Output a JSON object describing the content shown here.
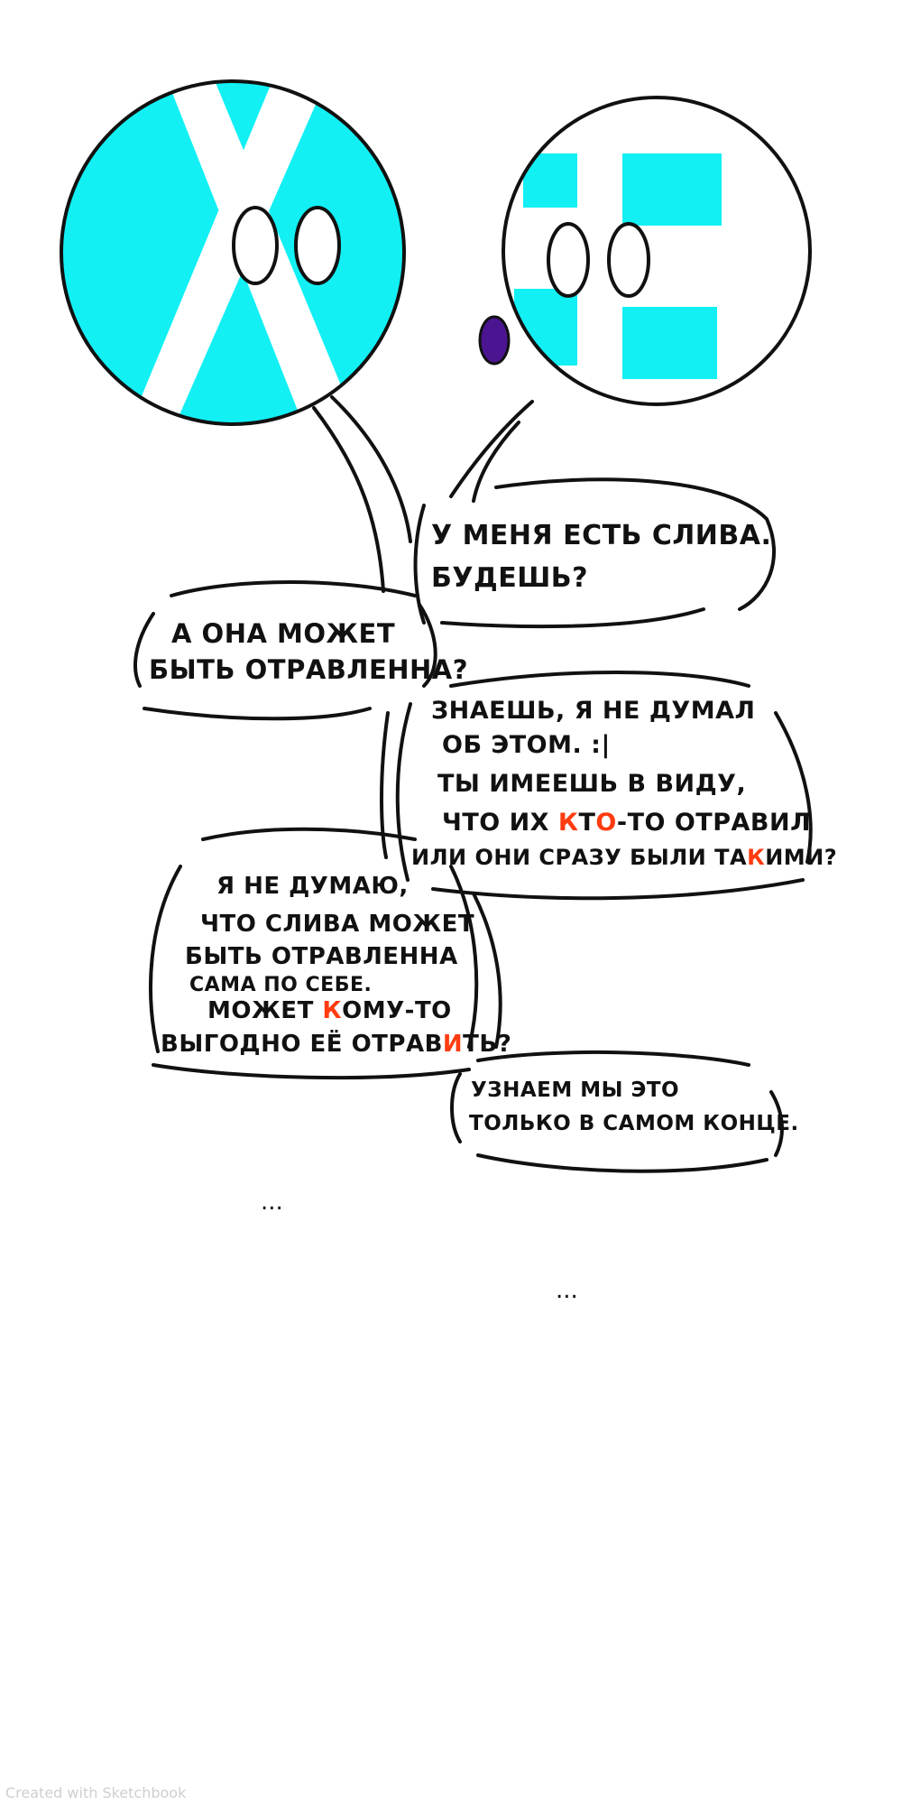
{
  "characters": {
    "left_ball": {
      "color": "#12f0f4",
      "stripe": "#ffffff",
      "outline": "#111111"
    },
    "right_ball": {
      "color": "#12f0f4",
      "stripe": "#ffffff",
      "outline": "#111111"
    },
    "drop_color": "#4b1591"
  },
  "highlight_color": "#ff3b10",
  "bubbles": [
    {
      "id": "b1",
      "lines": [
        [
          {
            "t": "У МЕНЯ ЕСТЬ СЛИВА."
          }
        ],
        [
          {
            "t": "БУДЕШЬ?"
          }
        ]
      ]
    },
    {
      "id": "b2",
      "lines": [
        [
          {
            "t": "А ОНА МОЖЕТ"
          }
        ],
        [
          {
            "t": "БЫТЬ ОТРАВЛЕННА?"
          }
        ]
      ]
    },
    {
      "id": "b3",
      "lines": [
        [
          {
            "t": "ЗНАЕШЬ, Я НЕ ДУМАЛ"
          }
        ],
        [
          {
            "t": "ОБ ЭТОМ. :|"
          }
        ],
        [
          {
            "t": "ТЫ ИМЕЕШЬ В ВИДУ,"
          }
        ],
        [
          {
            "t": "ЧТО ИХ "
          },
          {
            "t": "К",
            "h": true
          },
          {
            "t": "Т"
          },
          {
            "t": "О",
            "h": true
          },
          {
            "t": "-ТО ОТРАВИЛ"
          }
        ],
        [
          {
            "t": "ИЛИ ОНИ СРАЗУ БЫЛИ ТА"
          },
          {
            "t": "К",
            "h": true
          },
          {
            "t": "ИМИ?"
          }
        ]
      ]
    },
    {
      "id": "b4",
      "lines": [
        [
          {
            "t": "Я НЕ ДУМАЮ,"
          }
        ],
        [
          {
            "t": "ЧТО СЛИВА МОЖЕТ"
          }
        ],
        [
          {
            "t": "БЫТЬ ОТРАВЛЕННА"
          }
        ],
        [
          {
            "t": "САМА ПО СЕБЕ."
          }
        ],
        [
          {
            "t": "МОЖЕТ "
          },
          {
            "t": "К",
            "h": true
          },
          {
            "t": "ОМУ-ТО"
          }
        ],
        [
          {
            "t": "ВЫГОДНО ЕЁ ОТРАВ"
          },
          {
            "t": "И",
            "h": true
          },
          {
            "t": "ТЬ?"
          }
        ]
      ]
    },
    {
      "id": "b5",
      "lines": [
        [
          {
            "t": "УЗНАЕМ МЫ ЭТО"
          }
        ],
        [
          {
            "t": "ТОЛЬКО В САМОМ КОНЦЕ."
          }
        ]
      ]
    }
  ],
  "ellipses": [
    "...",
    "..."
  ],
  "watermark": "Created with Sketchbook"
}
